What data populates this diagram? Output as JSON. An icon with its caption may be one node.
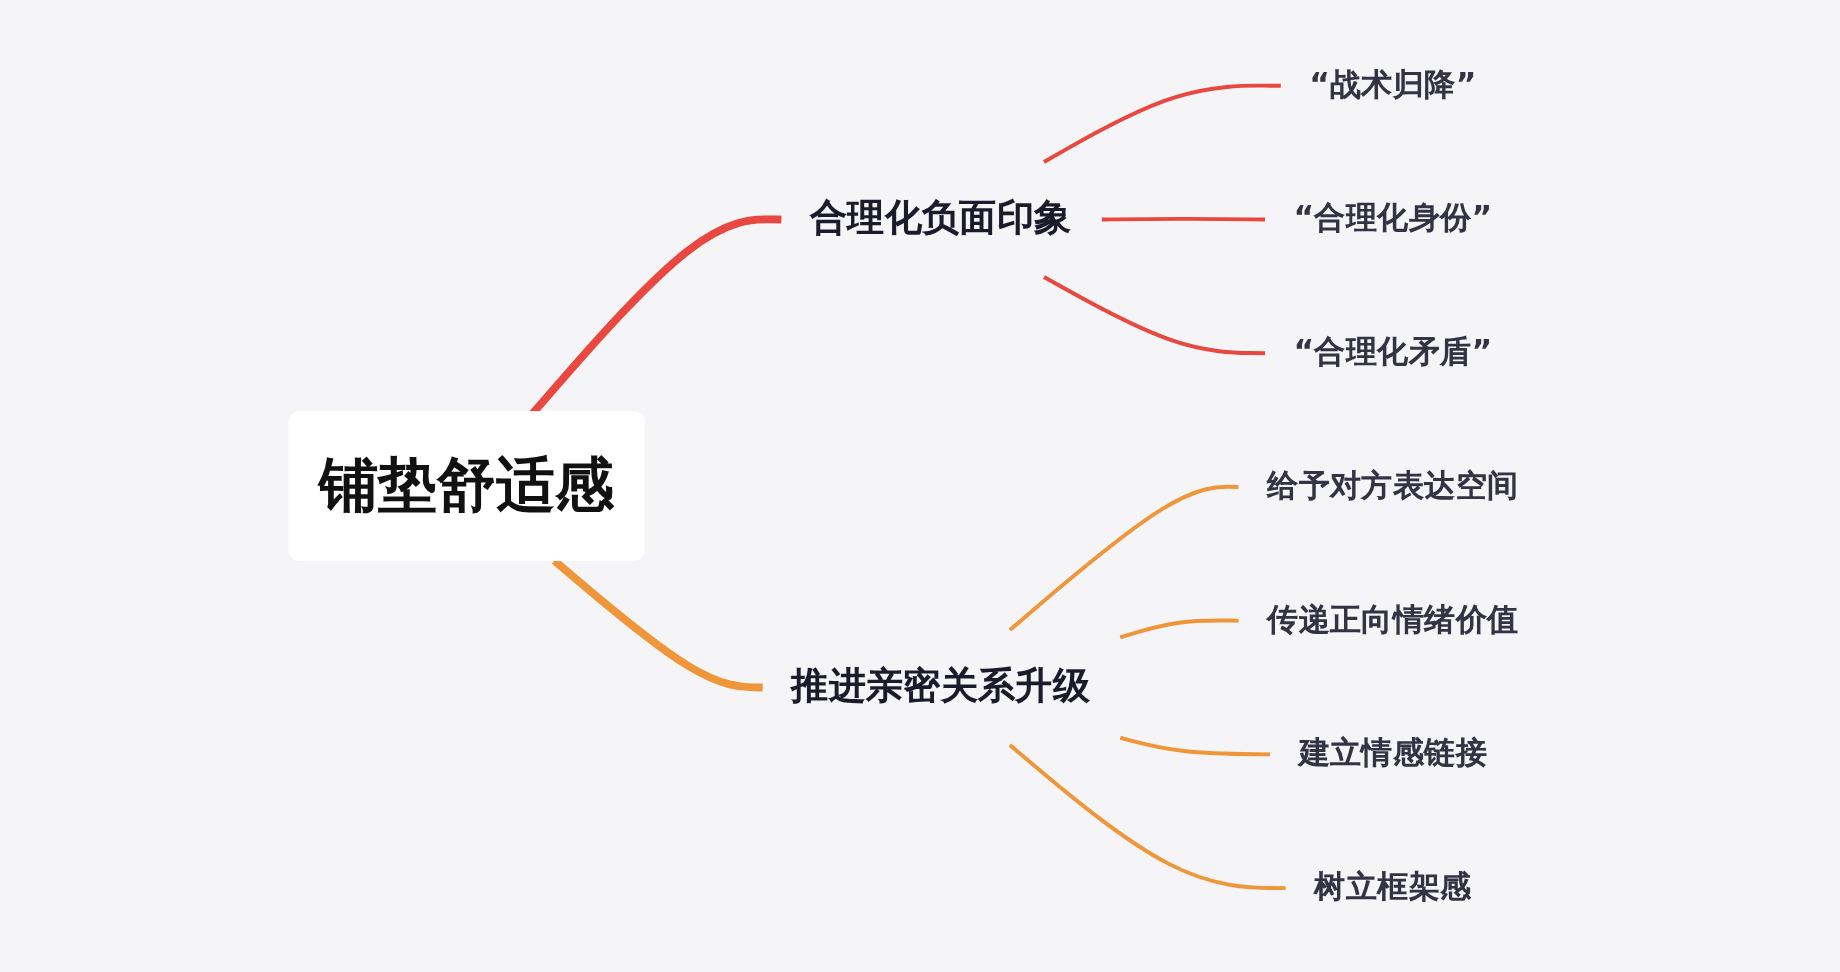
{
  "diagram": {
    "nodes": [
      {
        "text": [
          "铺垫舒适感"
        ]
      },
      {
        "text": [
          "合理化负面印象"
        ]
      },
      {
        "text": [
          "“战术归降”"
        ]
      },
      {
        "text": [
          "“合理化身份”"
        ]
      },
      {
        "text": [
          "“合理化矛盾”"
        ]
      },
      {
        "text": [
          "推进亲密关系升级"
        ]
      },
      {
        "text": [
          "给予对方表达空间"
        ]
      },
      {
        "text": [
          "传递正向情绪价值"
        ]
      },
      {
        "text": [
          "建立情感链接"
        ]
      },
      {
        "text": [
          "树立框架感"
        ]
      }
    ],
    "edges": [
      {
        "from": 0,
        "to": 1,
        "arrow": "none",
        "style": "thick",
        "color": "#e8483f"
      },
      {
        "from": 1,
        "to": 2,
        "arrow": "none",
        "color": "#e8483f"
      },
      {
        "from": 1,
        "to": 3,
        "arrow": "none",
        "color": "#e8483f"
      },
      {
        "from": 1,
        "to": 4,
        "arrow": "none",
        "color": "#e8483f"
      },
      {
        "from": 0,
        "to": 5,
        "arrow": "none",
        "style": "thick",
        "color": "#f0963a"
      },
      {
        "from": 5,
        "to": 6,
        "arrow": "none",
        "color": "#f0963a"
      },
      {
        "from": 5,
        "to": 7,
        "arrow": "none",
        "color": "#f0963a"
      },
      {
        "from": 5,
        "to": 8,
        "arrow": "none",
        "color": "#f0963a"
      },
      {
        "from": 5,
        "to": 9,
        "arrow": "none",
        "color": "#f0963a"
      }
    ]
  }
}
